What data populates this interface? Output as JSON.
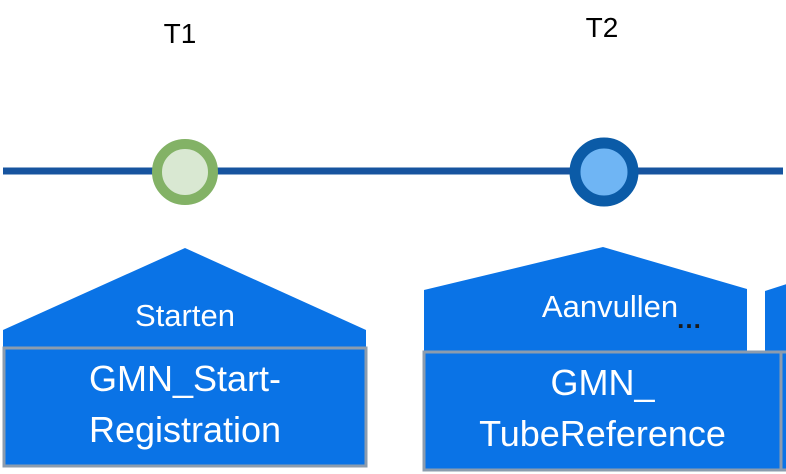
{
  "colors": {
    "background": "#ffffff",
    "timeline": "#17549F",
    "callout": "#0A73E6",
    "box_border": "#8C9CAE",
    "t1_marker_fill": "#D9E8D2",
    "t1_marker_stroke": "#83B266",
    "t2_marker_fill": "#6FB5F4",
    "t2_marker_stroke": "#0B5BA7",
    "label_text": "#000000",
    "callout_text": "#ffffff",
    "ellipsis_text": "#1a1a1a"
  },
  "timeline": {
    "t1_label": "T1",
    "t2_label": "T2"
  },
  "events": [
    {
      "action": "Starten",
      "message_line1": "GMN_Start-",
      "message_line2": "Registration"
    },
    {
      "action": "Aanvullen",
      "message_line1": "GMN_",
      "message_line2": "TubeReference"
    }
  ],
  "ellipsis": "…"
}
